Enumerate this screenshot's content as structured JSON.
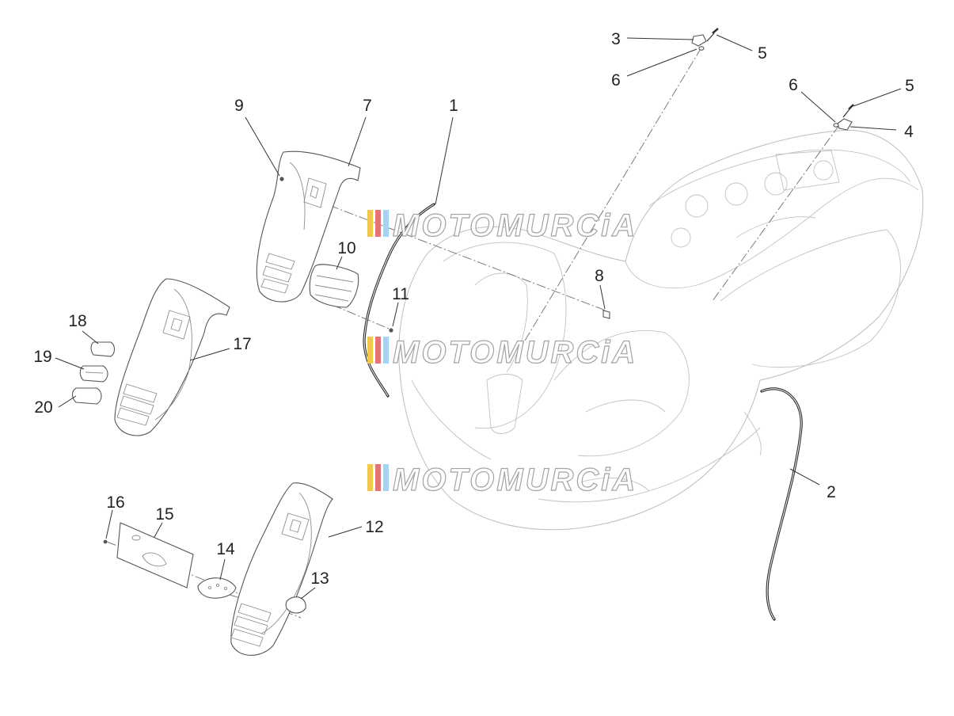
{
  "diagram": {
    "callouts": [
      "1",
      "2",
      "3",
      "4",
      "5",
      "5",
      "6",
      "6",
      "7",
      "8",
      "9",
      "10",
      "11",
      "12",
      "13",
      "14",
      "15",
      "16",
      "17",
      "18",
      "19",
      "20"
    ],
    "watermark": {
      "text": "MOTOMURCiA",
      "stripe_colors": [
        "#f2c94c",
        "#e57373",
        "#a7d3f0"
      ]
    }
  }
}
